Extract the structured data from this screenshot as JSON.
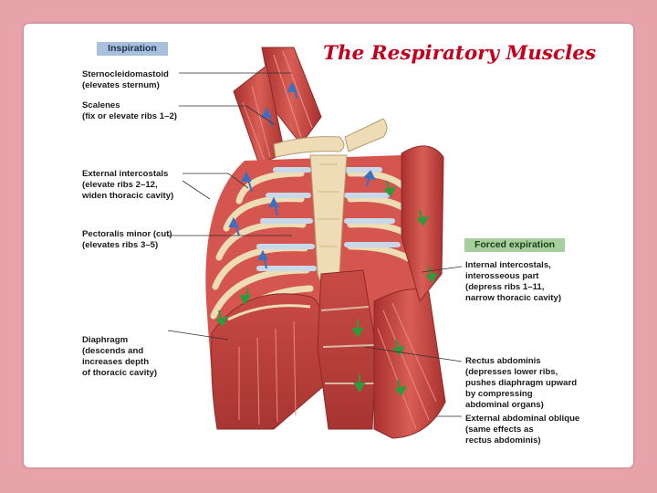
{
  "slide": {
    "title": "The Respiratory Muscles",
    "inspiration_tag": "Inspiration",
    "expiration_tag": "Forced expiration"
  },
  "labels": {
    "sternocleidomastoid": {
      "name": "Sternocleidomastoid",
      "note": "(elevates sternum)"
    },
    "scalenes": {
      "name": "Scalenes",
      "note": "(fix or elevate ribs 1–2)"
    },
    "external_intercostals": {
      "name": "External intercostals",
      "note1": "(elevate ribs 2–12,",
      "note2": "widen thoracic cavity)"
    },
    "pectoralis_minor": {
      "name": "Pectoralis minor (cut)",
      "note": "(elevates ribs 3–5)"
    },
    "diaphragm": {
      "name": "Diaphragm",
      "note1": "(descends and",
      "note2": "increases depth",
      "note3": "of thoracic cavity)"
    },
    "internal_intercostals": {
      "name": "Internal intercostals,",
      "line2": "interosseous part",
      "line3": "(depress ribs 1–11,",
      "line4": "narrow thoracic cavity)"
    },
    "rectus_abdominis": {
      "name": "Rectus abdominis",
      "line2": "(depresses lower ribs,",
      "line3": "pushes diaphragm upward",
      "line4": "by compressing",
      "line5": "abdominal organs)"
    },
    "external_oblique": {
      "name": "External abdominal oblique",
      "line2": "(same effects as",
      "line3": "rectus abdominis)"
    }
  },
  "colors": {
    "background": "#e8a2aa",
    "title": "#c4001c",
    "muscle": "#c94a46",
    "bone": "#eedcb6",
    "cartilage": "#c7d8ea",
    "arrow_inspiration": "#3b6fc4",
    "arrow_expiration": "#2e9a3c"
  }
}
